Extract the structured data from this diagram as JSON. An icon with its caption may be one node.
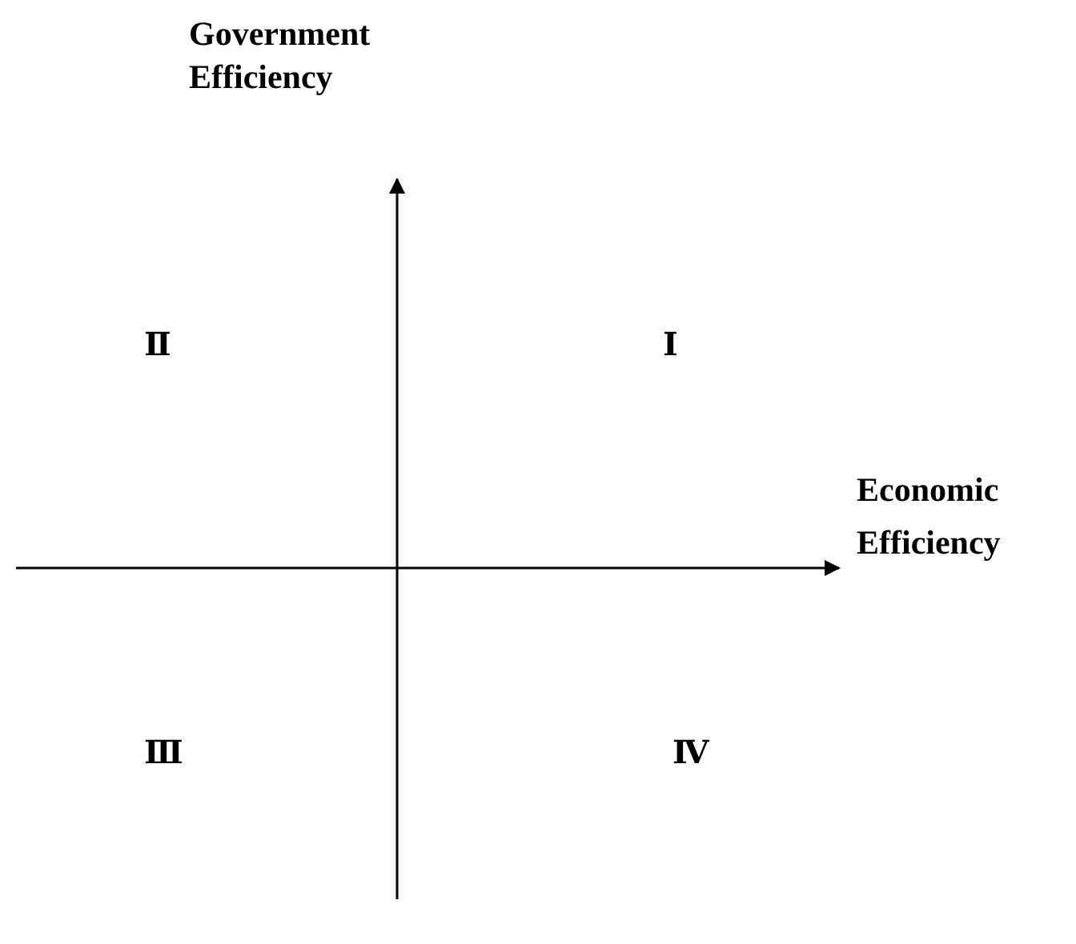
{
  "diagram": {
    "labels": [
      "Government Efficiency",
      "Ⅱ",
      "Ⅰ",
      "Economic Efficiency",
      "Ⅲ",
      "Ⅳ"
    ]
  }
}
